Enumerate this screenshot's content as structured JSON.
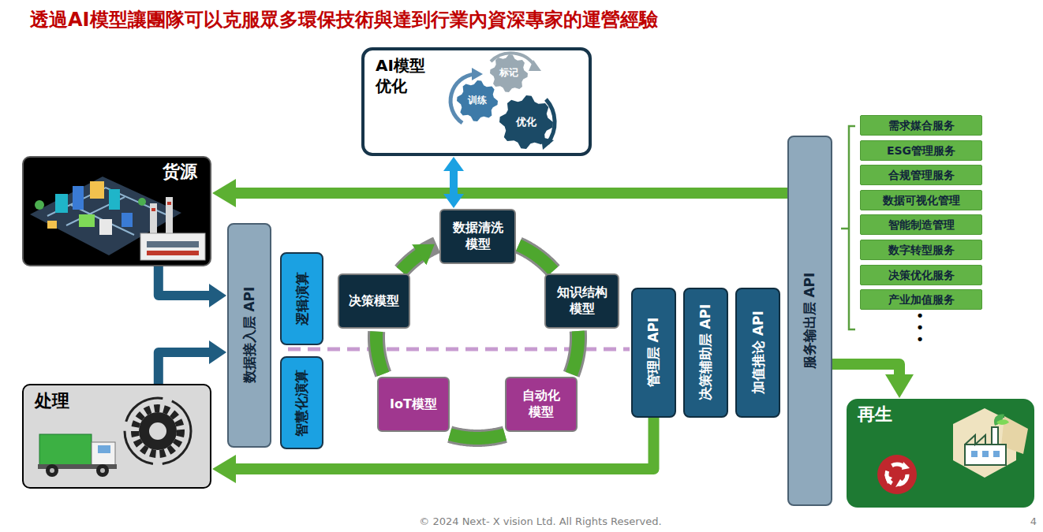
{
  "diagram": {
    "title": "透過AI模型讓團隊可以克服眾多環保技術與達到行業內資深專家的運營經驗",
    "nodes": [
      {
        "text": [
          "货源"
        ]
      },
      {
        "text": [
          "AI模型 优化"
        ]
      },
      {
        "text": [
          "标记"
        ],
        "in": 1
      },
      {
        "text": [
          "训练"
        ],
        "in": 1
      },
      {
        "text": [
          "优化"
        ],
        "in": 1
      },
      {
        "text": [
          "数据接入层 API"
        ]
      },
      {
        "text": [
          "逻辑演算"
        ]
      },
      {
        "text": [
          "智慧化演算"
        ]
      },
      {
        "text": [
          "数据清洗 模型"
        ]
      },
      {
        "text": [
          "知识结构 模型"
        ]
      },
      {
        "text": [
          "自动化 模型"
        ]
      },
      {
        "text": [
          "IoT模型"
        ]
      },
      {
        "text": [
          "决策模型"
        ]
      },
      {
        "text": [
          "管理层 API"
        ]
      },
      {
        "text": [
          "决策辅助层 API"
        ]
      },
      {
        "text": [
          "加值推论 API"
        ]
      },
      {
        "text": [
          "服务输出层 API"
        ]
      },
      {
        "text": [
          "需求媒合服务"
        ]
      },
      {
        "text": [
          "ESG管理服务"
        ]
      },
      {
        "text": [
          "合规管理服务"
        ]
      },
      {
        "text": [
          "数据可视化管理"
        ]
      },
      {
        "text": [
          "智能制造管理"
        ]
      },
      {
        "text": [
          "数字转型服务"
        ]
      },
      {
        "text": [
          "决策优化服务"
        ]
      },
      {
        "text": [
          "产业加值服务"
        ]
      },
      {
        "text": [
          "处理"
        ]
      },
      {
        "text": [
          "再生"
        ]
      }
    ],
    "edges": [
      {
        "from": 16,
        "to": 0,
        "arrow": "to"
      },
      {
        "from": 13,
        "to": 25,
        "arrow": "to"
      },
      {
        "from": 0,
        "to": 5,
        "arrow": "to"
      },
      {
        "from": 25,
        "to": 5,
        "arrow": "to"
      },
      {
        "from": 1,
        "to": 8,
        "arrow": "both"
      },
      {
        "from": 16,
        "to": 26,
        "arrow": "to"
      },
      {
        "from": 8,
        "to": 9,
        "arrow": "none"
      },
      {
        "from": 9,
        "to": 10,
        "arrow": "none"
      },
      {
        "from": 10,
        "to": 11,
        "arrow": "none"
      },
      {
        "from": 11,
        "to": 12,
        "arrow": "none"
      },
      {
        "from": 12,
        "to": 8,
        "arrow": "to"
      }
    ],
    "labels": [
      "•",
      "•",
      "•",
      "© 2024 Next- X vision Ltd. All Rights Reserved.",
      "4"
    ]
  }
}
